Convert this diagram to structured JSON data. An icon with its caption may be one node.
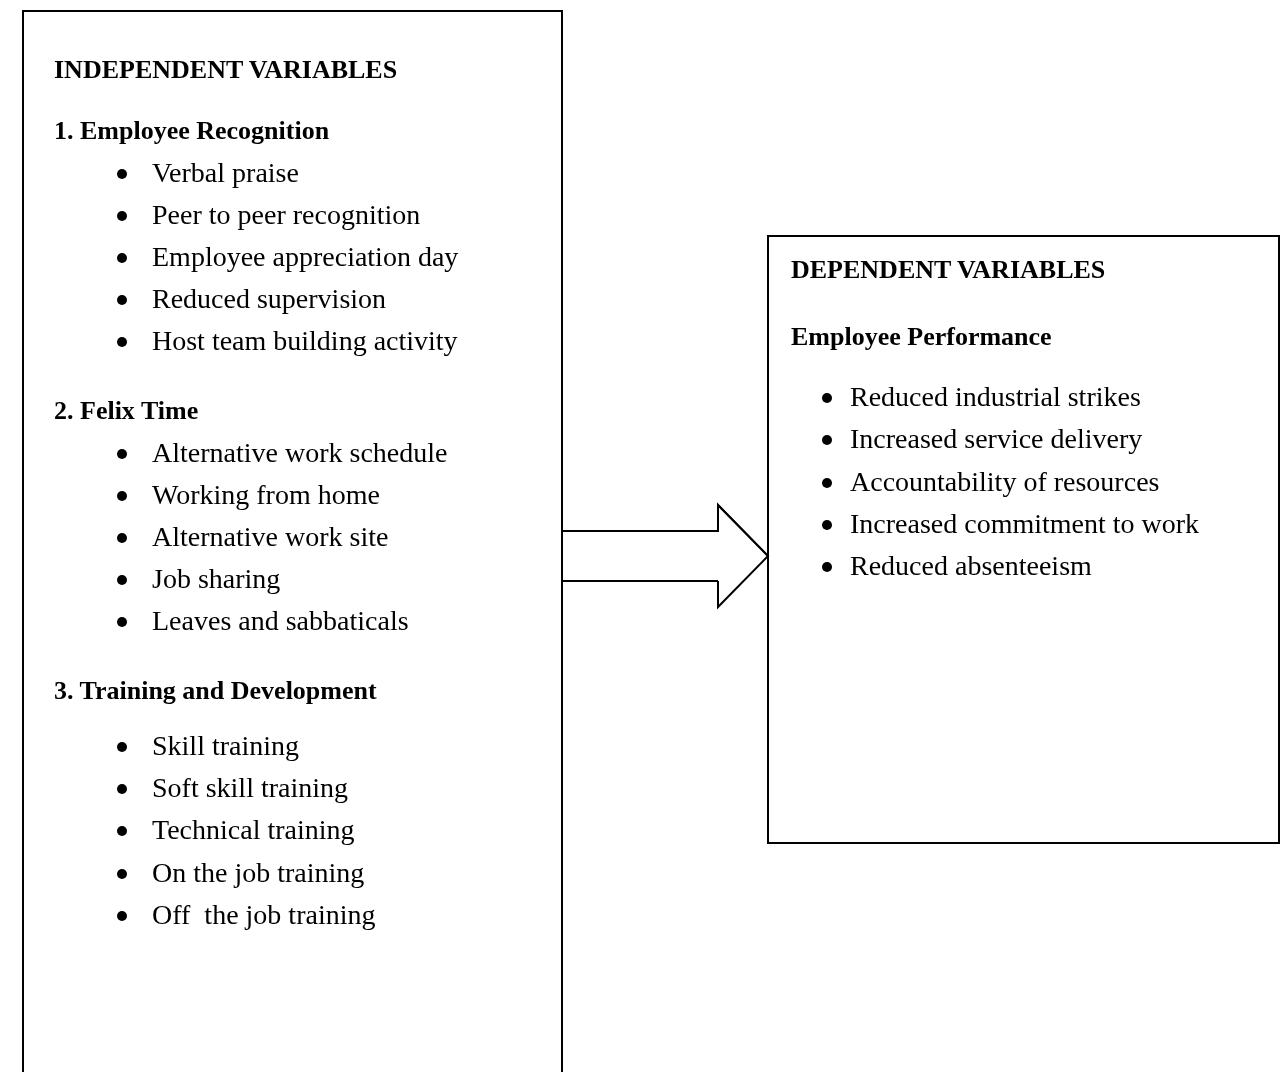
{
  "diagram": {
    "nodes": [
      {
        "text": [
          "INDEPENDENT VARIABLES",
          "1. Employee Recognition",
          "Verbal praise",
          "Peer to peer recognition",
          "Employee appreciation day",
          "Reduced supervision",
          "Host team building activity",
          "2. Felix Time",
          "Alternative work schedule",
          "Working from home",
          "Alternative work site",
          "Job sharing",
          "Leaves and sabbaticals",
          "3. Training and Development",
          "Skill training",
          "Soft skill training",
          "Technical training",
          "On the job training",
          "Off  the job training"
        ]
      },
      {
        "text": [
          "DEPENDENT VARIABLES",
          "Employee Performance",
          "Reduced industrial strikes",
          "Increased service delivery",
          "Accountability of resources",
          "Increased commitment to work",
          "Reduced absenteeism"
        ]
      }
    ],
    "edges": [
      {
        "from": 0,
        "to": 1,
        "arrow": "to"
      }
    ]
  }
}
